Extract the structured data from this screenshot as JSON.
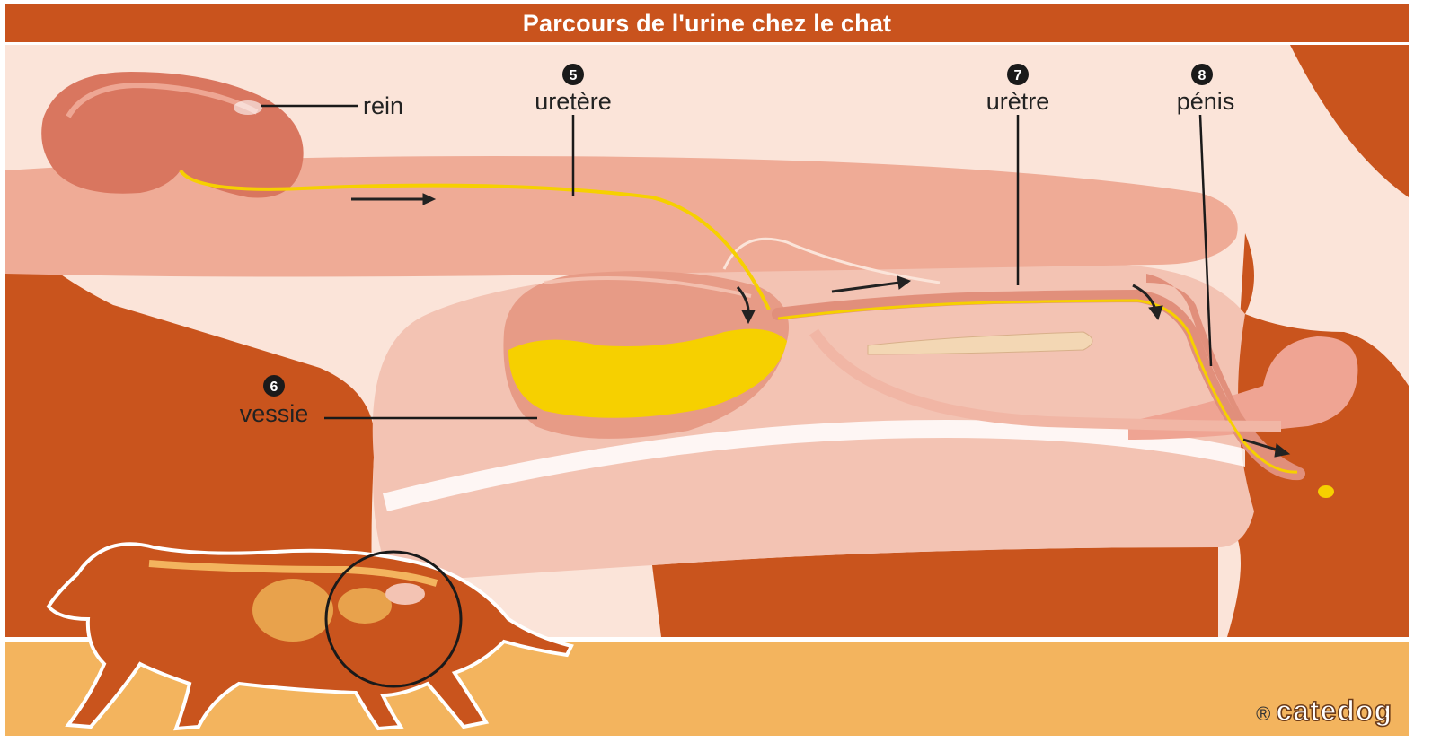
{
  "title": "Parcours de l'urine chez le chat",
  "labels": {
    "rein": "rein",
    "uretere": "uretère",
    "uretre": "urètre",
    "penis": "pénis",
    "vessie": "vessie"
  },
  "numbers": {
    "uretere": "5",
    "vessie": "6",
    "uretre": "7",
    "penis": "8"
  },
  "copyright": {
    "mark": "®",
    "brand": "catedog"
  },
  "colors": {
    "title_bar": "#c9531d",
    "body_orange": "#c9541d",
    "skin_light": "#fbe4d9",
    "tissue_pink": "#eeb5a3",
    "urine_yellow": "#f6d000",
    "bottom_band": "#f3b45e"
  }
}
